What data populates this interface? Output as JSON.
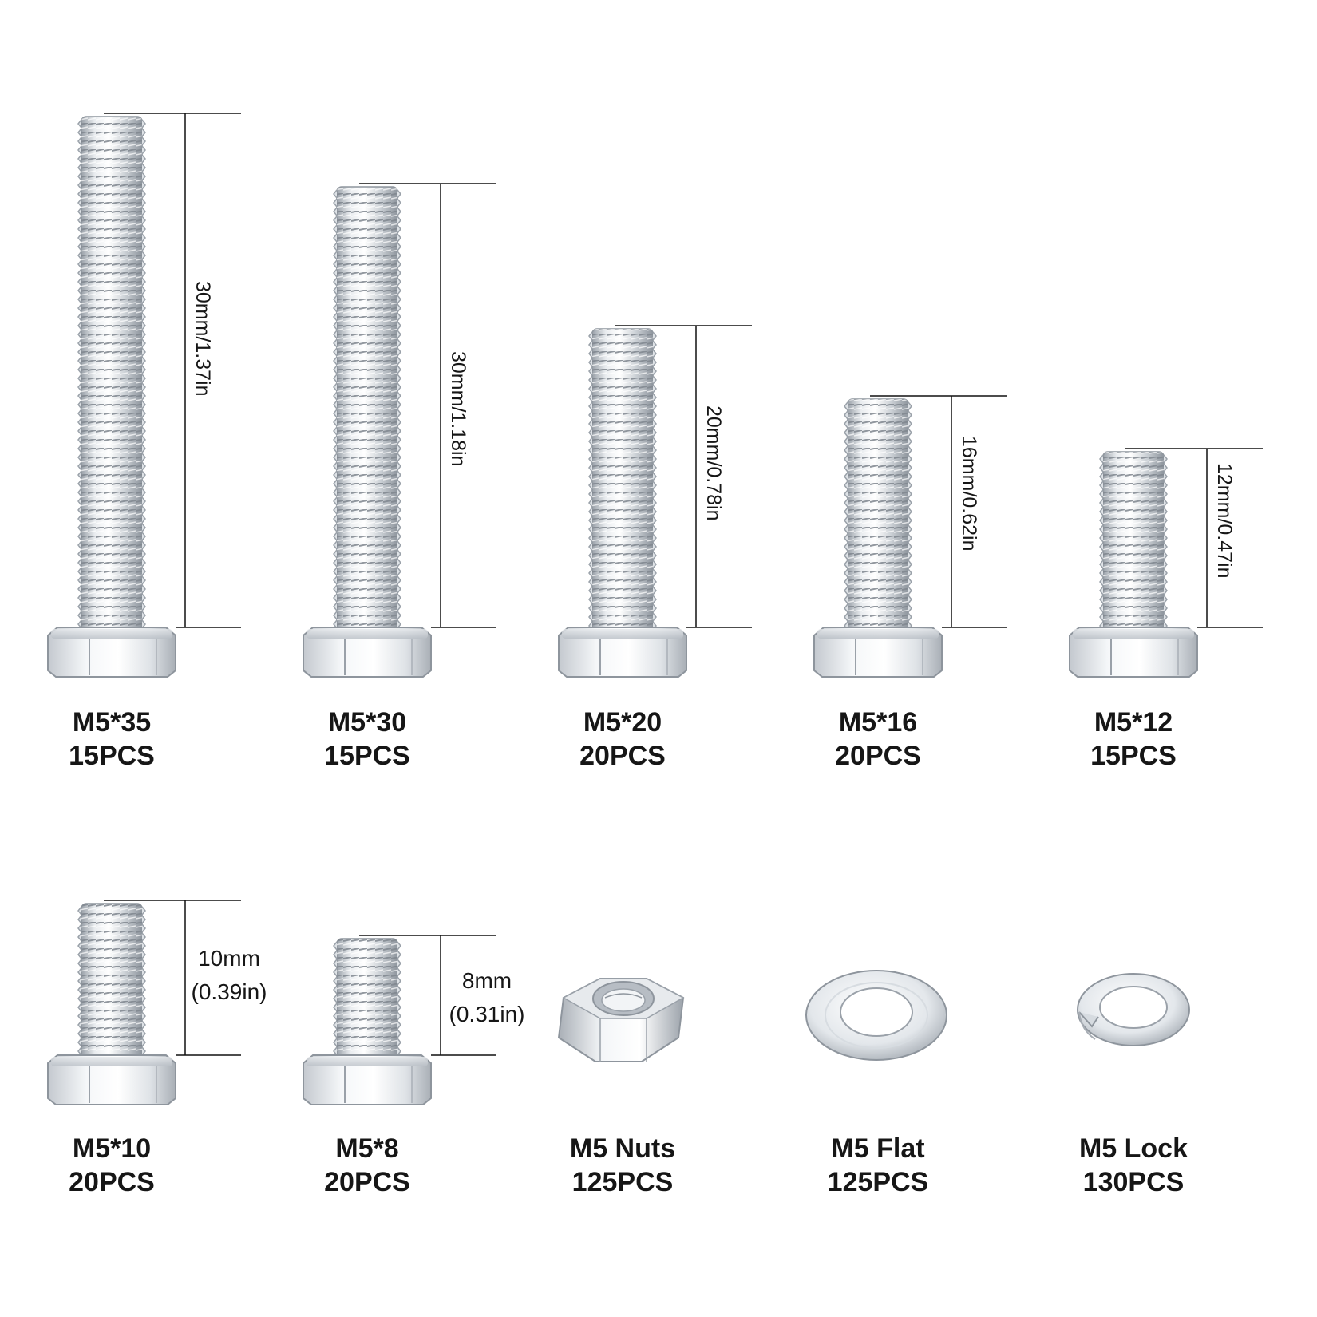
{
  "colors": {
    "background": "#ffffff",
    "text": "#161616",
    "steel_light": "#f4f6f8",
    "steel_mid": "#c9ced4",
    "steel_dark": "#8e959d"
  },
  "items": [
    {
      "id": "m5x35",
      "name": "M5*35",
      "qty": "15PCS",
      "dimension": "30mm/1.37in",
      "icon": "hex-bolt-icon"
    },
    {
      "id": "m5x30",
      "name": "M5*30",
      "qty": "15PCS",
      "dimension": "30mm/1.18in",
      "icon": "hex-bolt-icon"
    },
    {
      "id": "m5x20",
      "name": "M5*20",
      "qty": "20PCS",
      "dimension": "20mm/0.78in",
      "icon": "hex-bolt-icon"
    },
    {
      "id": "m5x16",
      "name": "M5*16",
      "qty": "20PCS",
      "dimension": "16mm/0.62in",
      "icon": "hex-bolt-icon"
    },
    {
      "id": "m5x12",
      "name": "M5*12",
      "qty": "15PCS",
      "dimension": "12mm/0.47in",
      "icon": "hex-bolt-icon"
    },
    {
      "id": "m5x10",
      "name": "M5*10",
      "qty": "20PCS",
      "dimension_mm": "10mm",
      "dimension_in": "(0.39in)",
      "icon": "hex-bolt-icon"
    },
    {
      "id": "m5x8",
      "name": "M5*8",
      "qty": "20PCS",
      "dimension_mm": "8mm",
      "dimension_in": "(0.31in)",
      "icon": "hex-bolt-icon"
    },
    {
      "id": "nuts",
      "name": "M5 Nuts",
      "qty": "125PCS",
      "icon": "hex-nut-icon"
    },
    {
      "id": "flat",
      "name": "M5 Flat",
      "qty": "125PCS",
      "icon": "flat-washer-icon"
    },
    {
      "id": "lock",
      "name": "M5 Lock",
      "qty": "130PCS",
      "icon": "lock-washer-icon"
    }
  ]
}
